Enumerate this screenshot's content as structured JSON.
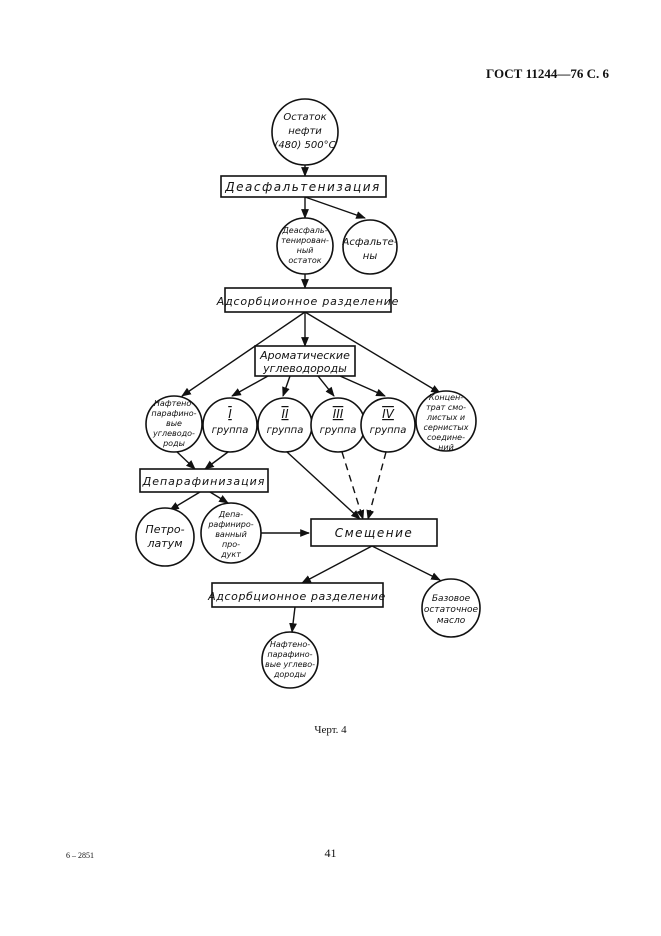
{
  "header": "ГОСТ 11244—76 С. 6",
  "nodes": {
    "residue": [
      "Остаток",
      "нефти",
      "(480) 500°C"
    ],
    "deasphalting": "Деасфальтенизация",
    "deasph_residue": [
      "Деасфаль-",
      "тенирован-",
      "ный",
      "остаток"
    ],
    "asphaltenes": [
      "Асфальте-",
      "ны"
    ],
    "adsorption1": "Адсорбционное разделение",
    "aromatic": [
      "Ароматические",
      "углеводороды"
    ],
    "naphthenic1": [
      "Нафтено-",
      "парафино-",
      "вые",
      "углеводо-",
      "роды"
    ],
    "group1": [
      "I",
      "группа"
    ],
    "group2": [
      "II",
      "группа"
    ],
    "group3": [
      "III",
      "группа"
    ],
    "group4": [
      "IV",
      "группа"
    ],
    "concentrate": [
      "Концен-",
      "трат смо-",
      "листых и",
      "сернистых",
      "соедине-",
      "ний"
    ],
    "deparaffinization": "Депарафинизация",
    "petrolatum": [
      "Петро-",
      "латум"
    ],
    "deparaffinized": [
      "Депа-",
      "рафиниро-",
      "ванный",
      "про-",
      "дукт"
    ],
    "mixing": "Смещение",
    "adsorption2": "Адсорбционное разделение",
    "base_oil": [
      "Базовое",
      "остаточное",
      "масло"
    ],
    "naphthenic2": [
      "Нафтено-",
      "парафино-",
      "вые углево-",
      "дороды"
    ]
  },
  "caption": "Черт. 4",
  "footer": {
    "code": "6 – 2851",
    "page": "41"
  }
}
